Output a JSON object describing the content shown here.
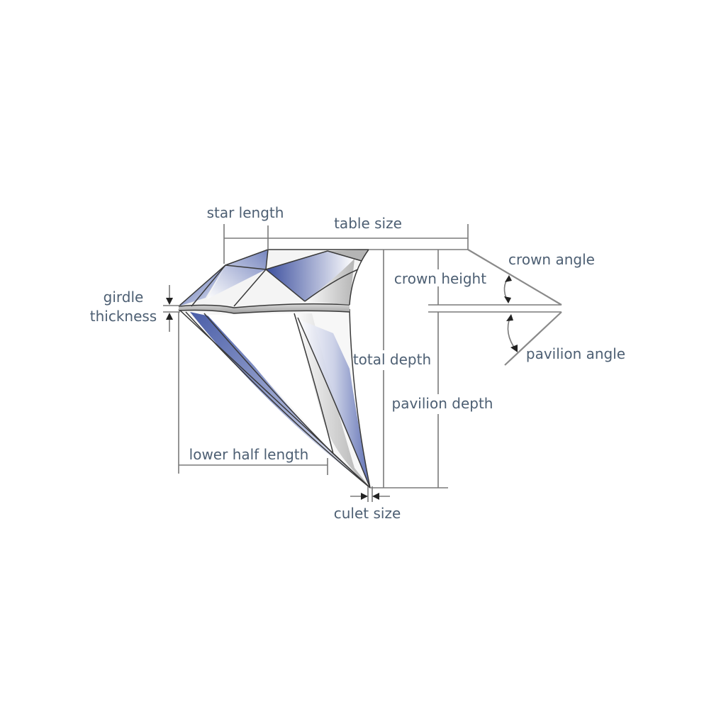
{
  "labels": {
    "star_length": "star length",
    "table_size": "table size",
    "crown_angle": "crown angle",
    "crown_height": "crown height",
    "girdle_line1": "girdle",
    "girdle_line2": "thickness",
    "total_depth": "total depth",
    "pavilion_angle": "pavilion angle",
    "pavilion_depth": "pavilion depth",
    "lower_half_length": "lower half length",
    "culet_size": "culet size"
  },
  "colors": {
    "label_text": "#4d5f73",
    "facet_blue": "#5a6fb0",
    "line_gray": "#7a7a7a"
  }
}
